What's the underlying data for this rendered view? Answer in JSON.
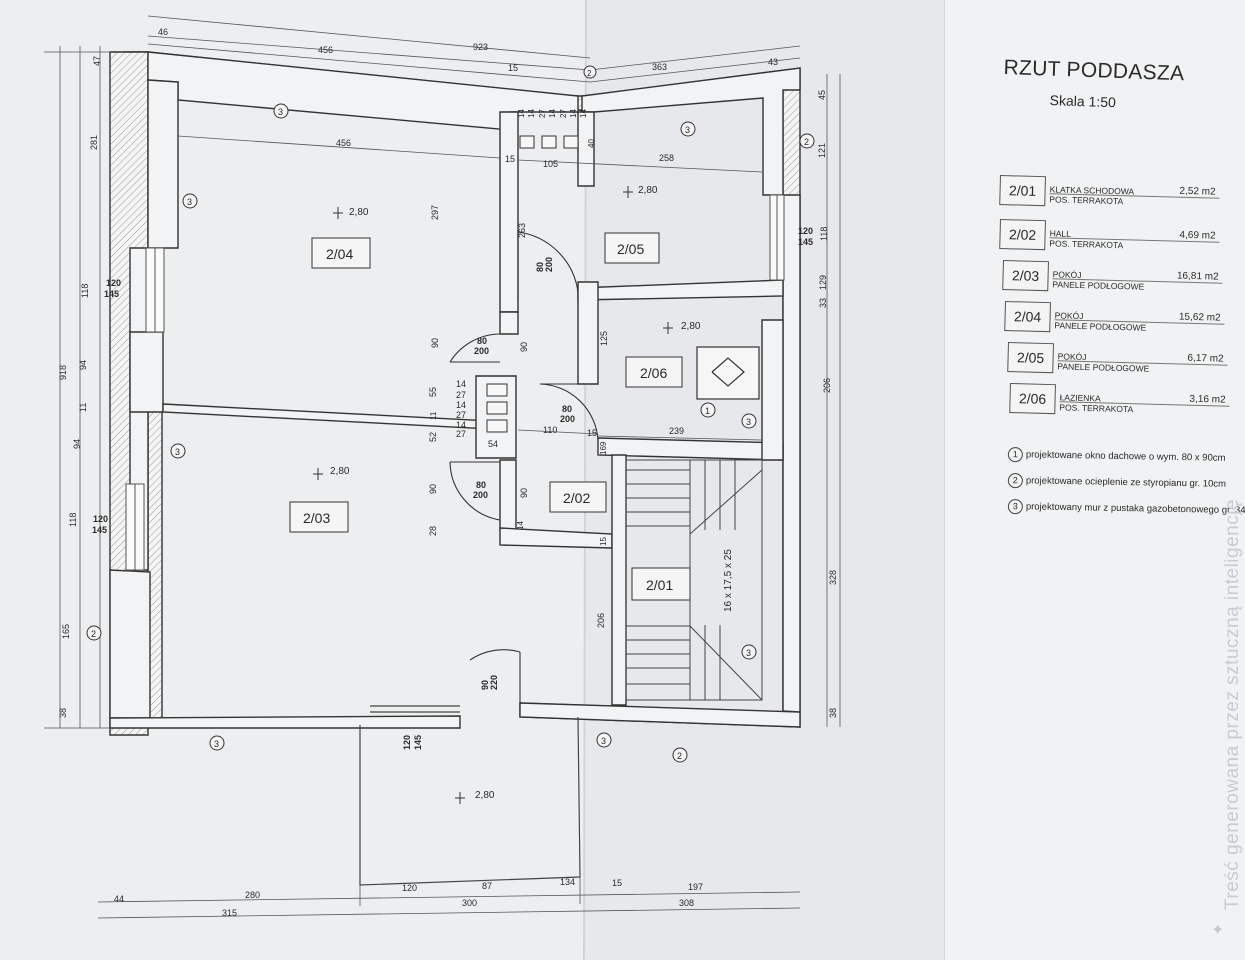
{
  "sheet": {
    "title": "RZUT PODDASZA",
    "scale": "Skala 1:50"
  },
  "rooms": [
    {
      "code": "2/01",
      "name": "KLATKA SCHODOWA",
      "finish": "POS. TERRAKOTA",
      "area": "2,52 m2"
    },
    {
      "code": "2/02",
      "name": "HALL",
      "finish": "POS. TERRAKOTA",
      "area": "4,69 m2"
    },
    {
      "code": "2/03",
      "name": "POKÓJ",
      "finish": "PANELE PODŁOGOWE",
      "area": "16,81 m2"
    },
    {
      "code": "2/04",
      "name": "POKÓJ",
      "finish": "PANELE PODŁOGOWE",
      "area": "15,62 m2"
    },
    {
      "code": "2/05",
      "name": "POKÓJ",
      "finish": "PANELE PODŁOGOWE",
      "area": "6,17 m2"
    },
    {
      "code": "2/06",
      "name": "ŁAZIENKA",
      "finish": "POS. TERRAKOTA",
      "area": "3,16 m2"
    }
  ],
  "notes": [
    {
      "num": "1",
      "text": "projektowane okno dachowe o wym. 80 x 90cm"
    },
    {
      "num": "2",
      "text": "projektowane ocieplenie ze styropianu gr. 10cm"
    },
    {
      "num": "3",
      "text": "projektowany mur z pustaka gazobetonowego gr. 34"
    }
  ],
  "plan": {
    "labels": {
      "room_2_04": "2/04",
      "room_2_05": "2/05",
      "room_2_06": "2/06",
      "room_2_03": "2/03",
      "room_2_02": "2/02",
      "room_2_01": "2/01",
      "stairs": "16 x 17,5 x 25",
      "height": "2,80",
      "window": "120",
      "window_h": "145",
      "door": "80",
      "door_h": "200",
      "door_90": "90",
      "door_220": "220",
      "marker_1": "1",
      "marker_2": "2",
      "marker_3": "3"
    },
    "dims_top": {
      "d46": "46",
      "d923": "923",
      "d456": "456",
      "d15": "15",
      "d363": "363",
      "d43": "43",
      "d456b": "456",
      "d105": "105",
      "d258": "258",
      "d15b": "15"
    },
    "dims_left": {
      "d47": "47",
      "d281": "281",
      "d118": "118",
      "d94": "94",
      "d11": "11",
      "d94b": "94",
      "d118b": "118",
      "d165": "165",
      "d38": "38",
      "d918": "918"
    },
    "dims_right": {
      "d45": "45",
      "d121": "121",
      "d118": "118",
      "d129": "129",
      "d33": "33",
      "d206": "206",
      "d328": "328",
      "d38": "38"
    },
    "dims_bottom": {
      "d44": "44",
      "d280": "280",
      "d120": "120",
      "d87": "87",
      "d134": "134",
      "d15": "15",
      "d197": "197",
      "d315": "315",
      "d300": "300",
      "d308": "308"
    },
    "dims_inner": {
      "d297": "297",
      "d263": "263",
      "d90a": "90",
      "d90b": "90",
      "d55": "55",
      "d11": "11",
      "d52": "52",
      "d90c": "90",
      "d28": "28",
      "d14a": "14",
      "d27a": "27",
      "d14b": "14",
      "d27b": "27",
      "d14c": "14",
      "d27c": "27",
      "d54": "54",
      "d110": "110",
      "d15": "15",
      "d239": "239",
      "d125": "125",
      "d90d": "90",
      "d206": "206",
      "d15c": "15",
      "d169": "169",
      "d14d": "14",
      "d40": "40"
    },
    "chimney": {
      "v1": "14",
      "v2": "14",
      "v3": "27",
      "v4": "14",
      "v5": "27",
      "v6": "14",
      "v7": "14"
    }
  },
  "watermark": "Treść generowana przez sztuczną inteligencję"
}
